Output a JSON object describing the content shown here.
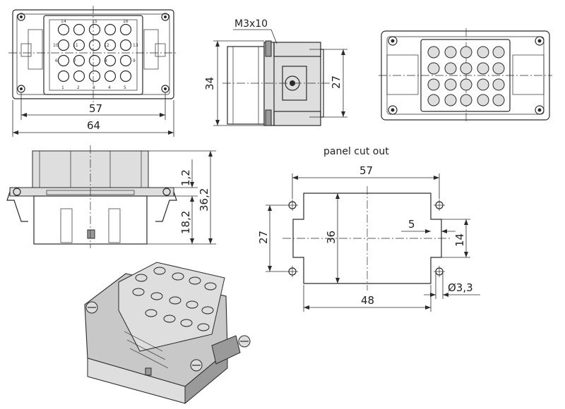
{
  "front_view": {
    "width_dim": "57",
    "overall_dim": "64",
    "pin_labels": [
      "14",
      "15",
      "16",
      "10",
      "11",
      "12",
      "13",
      "6",
      "7",
      "8",
      "9",
      "1",
      "2",
      "3",
      "4",
      "5"
    ]
  },
  "side_view": {
    "screw_label": "M3x10",
    "height_dim": "34",
    "inner_dim": "27"
  },
  "elevation_view": {
    "dim_top": "1,2",
    "dim_total": "36,2",
    "dim_bottom": "18,2"
  },
  "panel_cutout": {
    "title": "panel cut out",
    "dim_top": "57",
    "dim_bottom": "48",
    "dim_left": "27",
    "dim_center": "36",
    "dim_notch_depth": "5",
    "dim_notch_width": "14",
    "dim_hole": "Ø3,3"
  }
}
